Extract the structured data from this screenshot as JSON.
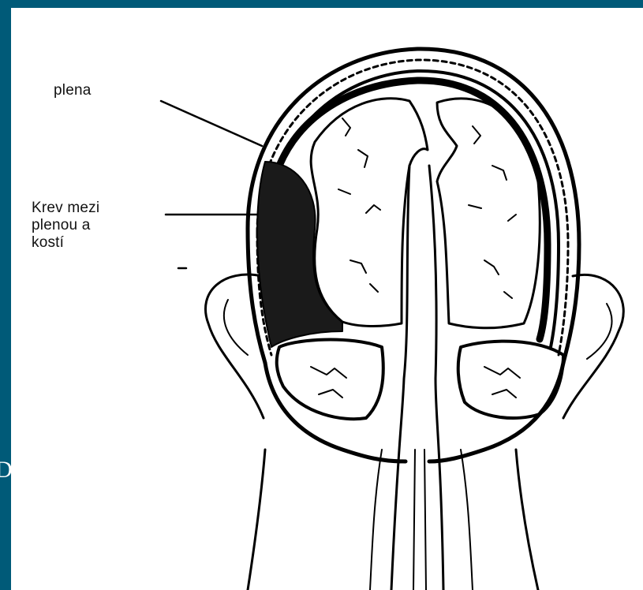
{
  "slide": {
    "background_color": "#005a78",
    "edge_text_fragment": "D"
  },
  "figure": {
    "label_membrane": "plena",
    "label_blood": "Krev mezi\nplenou a\nkostí"
  }
}
